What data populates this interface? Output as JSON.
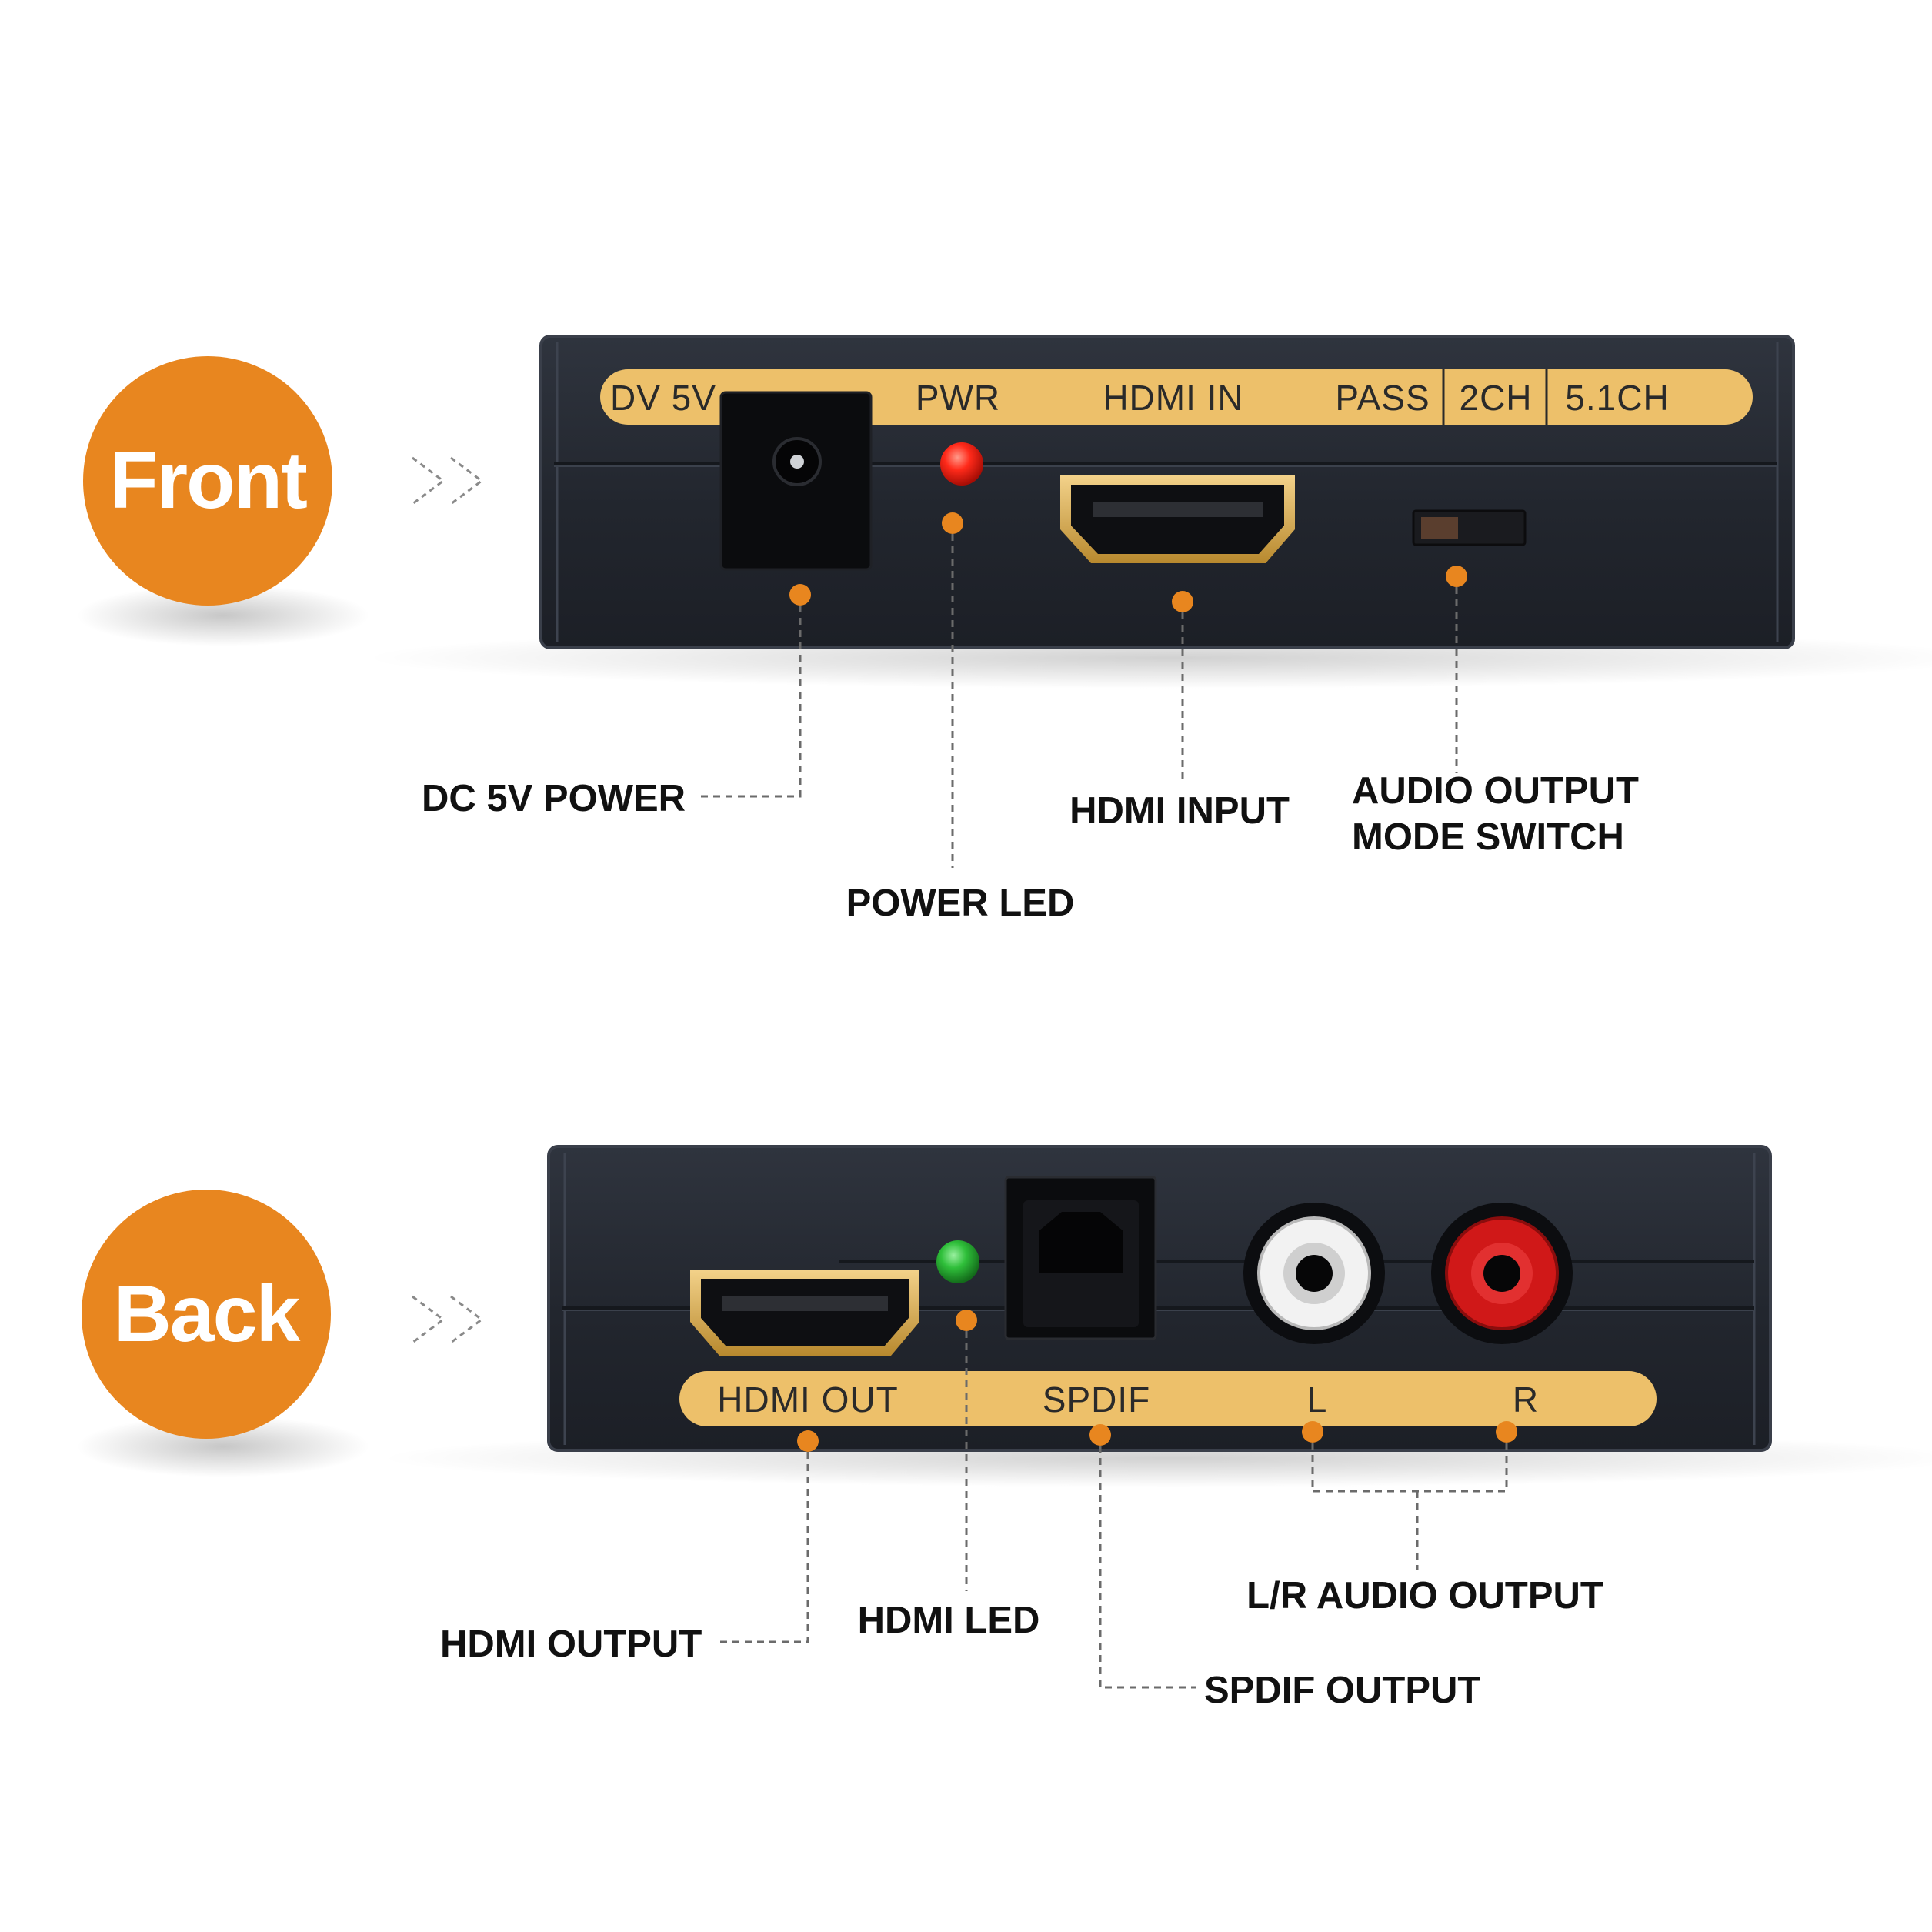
{
  "colors": {
    "accent": "#E8861F",
    "plate": "#EDC06A",
    "housing": "#262a33",
    "housing_edge": "#3a3f4a",
    "power_led": "#ff2a1a",
    "hdmi_led": "#2fbf3a",
    "rca_left": "#f2f2f2",
    "rca_right": "#d01818"
  },
  "front": {
    "badge": "Front",
    "plate": {
      "dc": "DV 5V",
      "pwr": "PWR",
      "hdmi_in": "HDMI IN",
      "pass": "PASS",
      "ch2": "2CH",
      "ch51": "5.1CH"
    },
    "callouts": {
      "dc_power": "DC 5V POWER",
      "power_led": "POWER LED",
      "hdmi_input": "HDMI INPUT",
      "switch_line1": "AUDIO OUTPUT",
      "switch_line2": "MODE SWITCH"
    }
  },
  "back": {
    "badge": "Back",
    "plate": {
      "hdmi_out": "HDMI OUT",
      "spdif": "SPDIF",
      "left": "L",
      "right": "R"
    },
    "callouts": {
      "hdmi_output": "HDMI OUTPUT",
      "hdmi_led": "HDMI LED",
      "spdif_output": "SPDIF OUTPUT",
      "lr_audio": "L/R AUDIO OUTPUT"
    }
  }
}
